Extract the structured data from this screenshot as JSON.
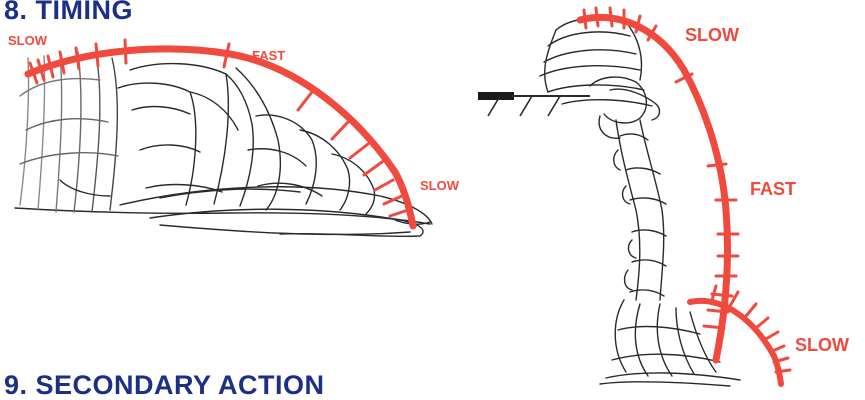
{
  "headings": {
    "timing": "8. TIMING",
    "secondary_action": "9. SECONDARY ACTION"
  },
  "left_figure": {
    "label_start": "SLOW",
    "label_middle": "FAST",
    "label_end": "SLOW"
  },
  "right_figure": {
    "label_top": "SLOW",
    "label_middle": "FAST",
    "label_bottom": "SLOW"
  },
  "colors": {
    "heading": "#1c2f86",
    "arc": "#f04a3e",
    "sketch": "#2a2a2a"
  }
}
